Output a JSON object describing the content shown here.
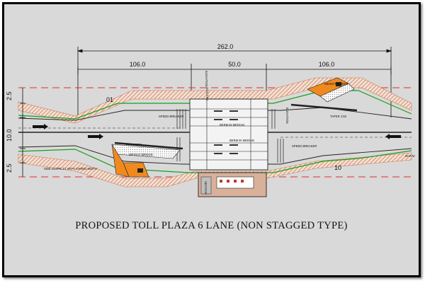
{
  "drawing": {
    "title": "PROPOSED TOLL PLAZA 6 LANE (NON STAGGED TYPE)",
    "dimensions": {
      "overall": "262.0",
      "left_taper": "106.0",
      "plaza": "50.0",
      "right_taper": "106.0",
      "left_width_top": "2.5",
      "left_width_mid": "10.0",
      "left_width_bottom": "2.5"
    },
    "ratios": {
      "left": "01",
      "right": "10"
    },
    "labels": {
      "speed_breaker_left": "SPEED BREAKER",
      "speed_breaker_right": "SPEED BREAKER",
      "weight_bridge_top": "WEIGHT BRIDGE",
      "weight_bridge_bottom": "WEIGHT BRIDGE",
      "platform_left": "PLATFORM",
      "taper_note": "TAPER 1:50",
      "side_slope": "SIDE SLOPE 2:1 WITH VARIED WIDTH",
      "berm_upper": "BERM IN MEDIAN",
      "berm_lower": "BERM IN MEDIAN",
      "elevation_left": "ELEVATION",
      "elevation_right": "ELEVATION",
      "section_left": "SECTION",
      "bottom_building": "SECTION",
      "far_right": "NAR M"
    },
    "colors": {
      "frame": "#000000",
      "background": "#d9d9d9",
      "edge_line": "#e03030",
      "road_outline": "#18a018",
      "hatch": "#d89a78",
      "building": "#d9b09a",
      "accent_orange": "#f08a1e"
    }
  }
}
